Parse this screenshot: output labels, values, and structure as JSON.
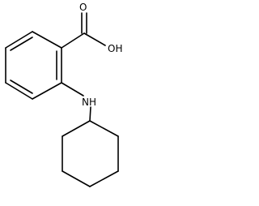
{
  "molecule": {
    "labels": {
      "carboxylic_oxygen": "O",
      "hydroxyl": "OH",
      "amine": "NH"
    }
  }
}
